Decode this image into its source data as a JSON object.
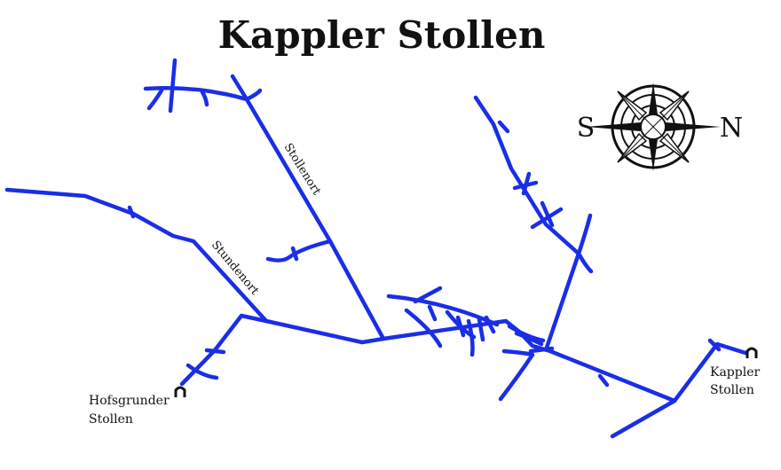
{
  "title": "Kappler Stollen",
  "tunnel_labels": {
    "stollenort": "Stollenort",
    "stundenort": "Stundenort"
  },
  "places": {
    "hofsgrunder_line1": "Hofsgrunder",
    "hofsgrunder_line2": "Stollen",
    "kappler_line1": "Kappler",
    "kappler_line2": "Stollen"
  },
  "compass": {
    "left_letter": "S",
    "right_letter": "N"
  },
  "colors": {
    "tunnel": "#1a2ee6",
    "text": "#111111",
    "background": "#ffffff"
  },
  "icons": {
    "entrance": "mine-entrance-icon",
    "compass": "compass-rose-icon"
  }
}
